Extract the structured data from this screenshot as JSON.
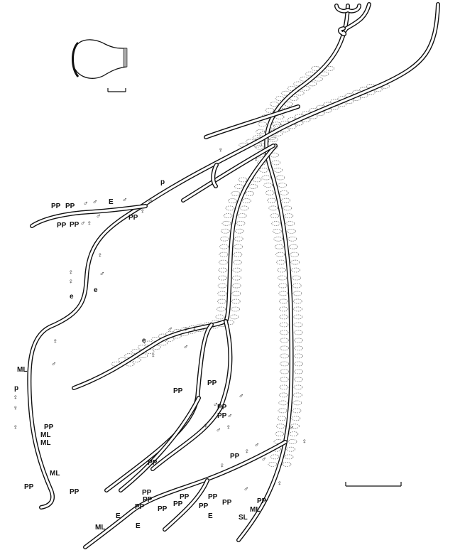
{
  "figure": {
    "labels": [
      "PP",
      "PP",
      "♂",
      "♂",
      "E",
      "♂",
      "♂",
      "♀",
      "PP",
      "PP",
      "PP",
      "♂",
      "♀",
      "♂",
      "p",
      "♀",
      "♀",
      "♀",
      "♀",
      "♂",
      "♀",
      "e",
      "e",
      "♀",
      "ML",
      "♂",
      "p",
      "♀",
      "♀",
      "♀",
      "PP",
      "ML",
      "ML",
      "ML",
      "PP",
      "PP",
      "e",
      "♂",
      "♀",
      "♀",
      "♀",
      "♂",
      "PP",
      "PP",
      "PP",
      "PP",
      "♂",
      "♂",
      "♂",
      "♀",
      "♂",
      "♀",
      "PP",
      "♂",
      "♀",
      "PP",
      "♀",
      "♀",
      "♂",
      "♂",
      "♀",
      "♂",
      "PP",
      "PP",
      "PP",
      "PP",
      "PP",
      "PP",
      "PP",
      "PP",
      "PP",
      "PP",
      "ML",
      "SL",
      "E",
      "E",
      "E",
      "ML"
    ]
  },
  "colors": {
    "ink": "#111111",
    "zooid_outline": "#777777"
  }
}
